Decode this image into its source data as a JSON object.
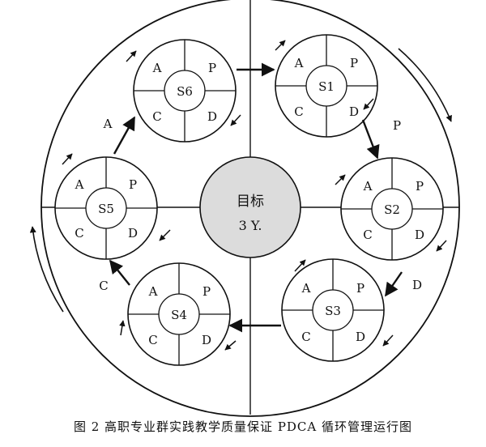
{
  "diagram": {
    "center": {
      "title": "目标",
      "subtitle": "3 Y."
    },
    "cycles": [
      {
        "id": "S1",
        "quadrants": {
          "a": "A",
          "p": "P",
          "c": "C",
          "d": "D"
        }
      },
      {
        "id": "S2",
        "quadrants": {
          "a": "A",
          "p": "P",
          "c": "C",
          "d": "D"
        }
      },
      {
        "id": "S3",
        "quadrants": {
          "a": "A",
          "p": "P",
          "c": "C",
          "d": "D"
        }
      },
      {
        "id": "S4",
        "quadrants": {
          "a": "A",
          "p": "P",
          "c": "C",
          "d": "D"
        }
      },
      {
        "id": "S5",
        "quadrants": {
          "a": "A",
          "p": "P",
          "c": "C",
          "d": "D"
        }
      },
      {
        "id": "S6",
        "quadrants": {
          "a": "A",
          "p": "P",
          "c": "C",
          "d": "D"
        }
      }
    ],
    "phase_labels": {
      "p": "P",
      "d": "D",
      "c": "C",
      "a": "A"
    }
  },
  "caption": "图 2  高职专业群实践教学质量保证 PDCA 循环管理运行图"
}
